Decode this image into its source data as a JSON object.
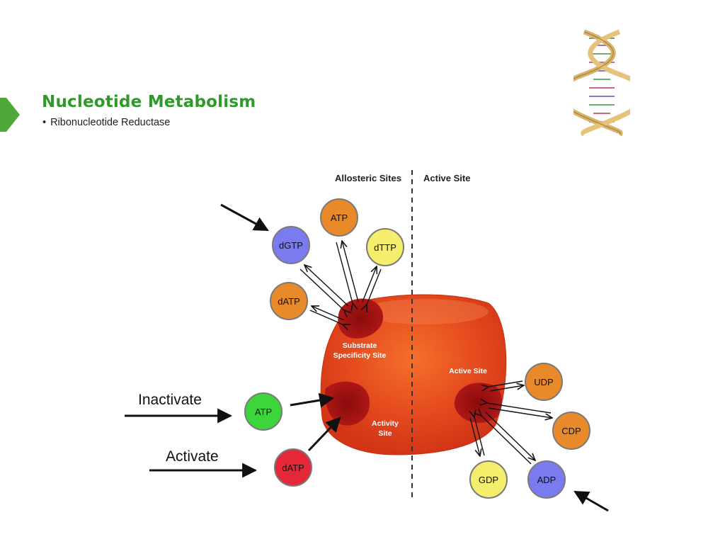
{
  "slide": {
    "title": "Nucleotide Metabolism",
    "bullet": "Ribonucleotide Reductase"
  },
  "annotations": {
    "inactivate": "Inactivate",
    "activate": "Activate"
  },
  "diagram": {
    "headers": {
      "allosteric": "Allosteric Sites",
      "active": "Active Site"
    },
    "enzyme_labels": {
      "substrate_line1": "Substrate",
      "substrate_line2": "Specificity Site",
      "activity_line1": "Activity",
      "activity_line2": "Site",
      "active_site": "Active Site"
    },
    "molecules": {
      "atp_top": "ATP",
      "dgtp": "dGTP",
      "dttp": "dTTP",
      "datp_top": "dATP",
      "atp_green": "ATP",
      "datp_red": "dATP",
      "udp": "UDP",
      "cdp": "CDP",
      "gdp": "GDP",
      "adp": "ADP"
    }
  },
  "colors": {
    "title_green": "#2f9a2a",
    "enzyme_red": "#e8401c",
    "node_blue": "#7b7bf0",
    "node_orange": "#e8892a",
    "node_yellow": "#f4ee6c",
    "node_green": "#3cd63c",
    "node_red": "#e4283a"
  },
  "icons": {
    "slide_marker": "green-chevron-icon",
    "dna": "dna-helix-icon"
  }
}
